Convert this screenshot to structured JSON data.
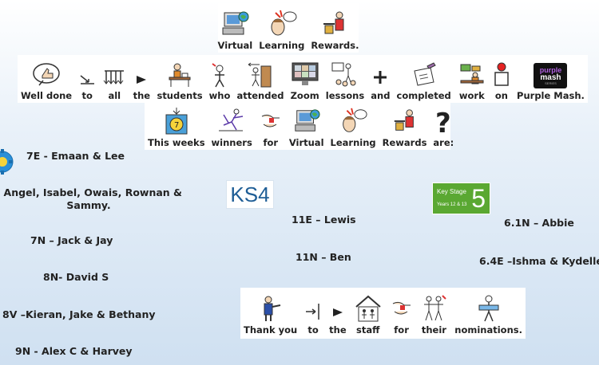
{
  "title_strip": [
    "Virtual",
    "Learning",
    "Rewards."
  ],
  "sentence_strip": [
    "Well done",
    "to",
    "all",
    "the",
    "students",
    "who",
    "attended",
    "Zoom",
    "lessons",
    "and",
    "completed",
    "work",
    "on",
    "Purple Mash."
  ],
  "winners_strip": [
    "This weeks",
    "winners",
    "for",
    "Virtual",
    "Learning",
    "Rewards",
    "are:"
  ],
  "thanks_strip": [
    "Thank you",
    "to",
    "the",
    "staff",
    "for",
    "their",
    "nominations."
  ],
  "purple_mash_logo": {
    "line1": "purple",
    "line2": "mash",
    "line3": "SERIES"
  },
  "ks4_label": "KS4",
  "ks5_badge": {
    "title": "Key Stage",
    "years": "Years 12 & 13",
    "number": "5"
  },
  "winners": {
    "left": [
      "7E -  Emaan & Lee",
      "- Angel, Isabel, Owais, Rownan &",
      "Sammy.",
      "7N – Jack & Jay",
      "8N- David S",
      "8V –Kieran, Jake & Bethany",
      "9N  - Alex C & Harvey"
    ],
    "ks4": [
      "11E – Lewis",
      "11N – Ben"
    ],
    "ks5": [
      "6.1N – Abbie",
      "6.4E –Ishma & Kydelle"
    ]
  },
  "colors": {
    "green_badge": "#5aa832",
    "ks4_blue": "#1f5e96",
    "purple": "#5b2a86",
    "gear_blue": "#2a8fd8"
  },
  "icons": [
    "computer-globe-icon",
    "learning-head-icon",
    "reward-trophy-icon",
    "speech-thumb-icon",
    "arrow-to-icon",
    "all-people-icon",
    "the-arrow-icon",
    "student-desk-icon",
    "who-person-icon",
    "attended-door-icon",
    "zoom-screen-icon",
    "lessons-teacher-icon",
    "plus-icon",
    "completed-pencil-icon",
    "work-icon",
    "on-icon",
    "purple-mash-logo",
    "calendar-icon",
    "winner-icon",
    "hand-give-icon",
    "question-mark-icon",
    "thank-you-person-icon",
    "staff-house-icon",
    "their-people-icon",
    "nominations-person-icon",
    "gear-icon"
  ]
}
